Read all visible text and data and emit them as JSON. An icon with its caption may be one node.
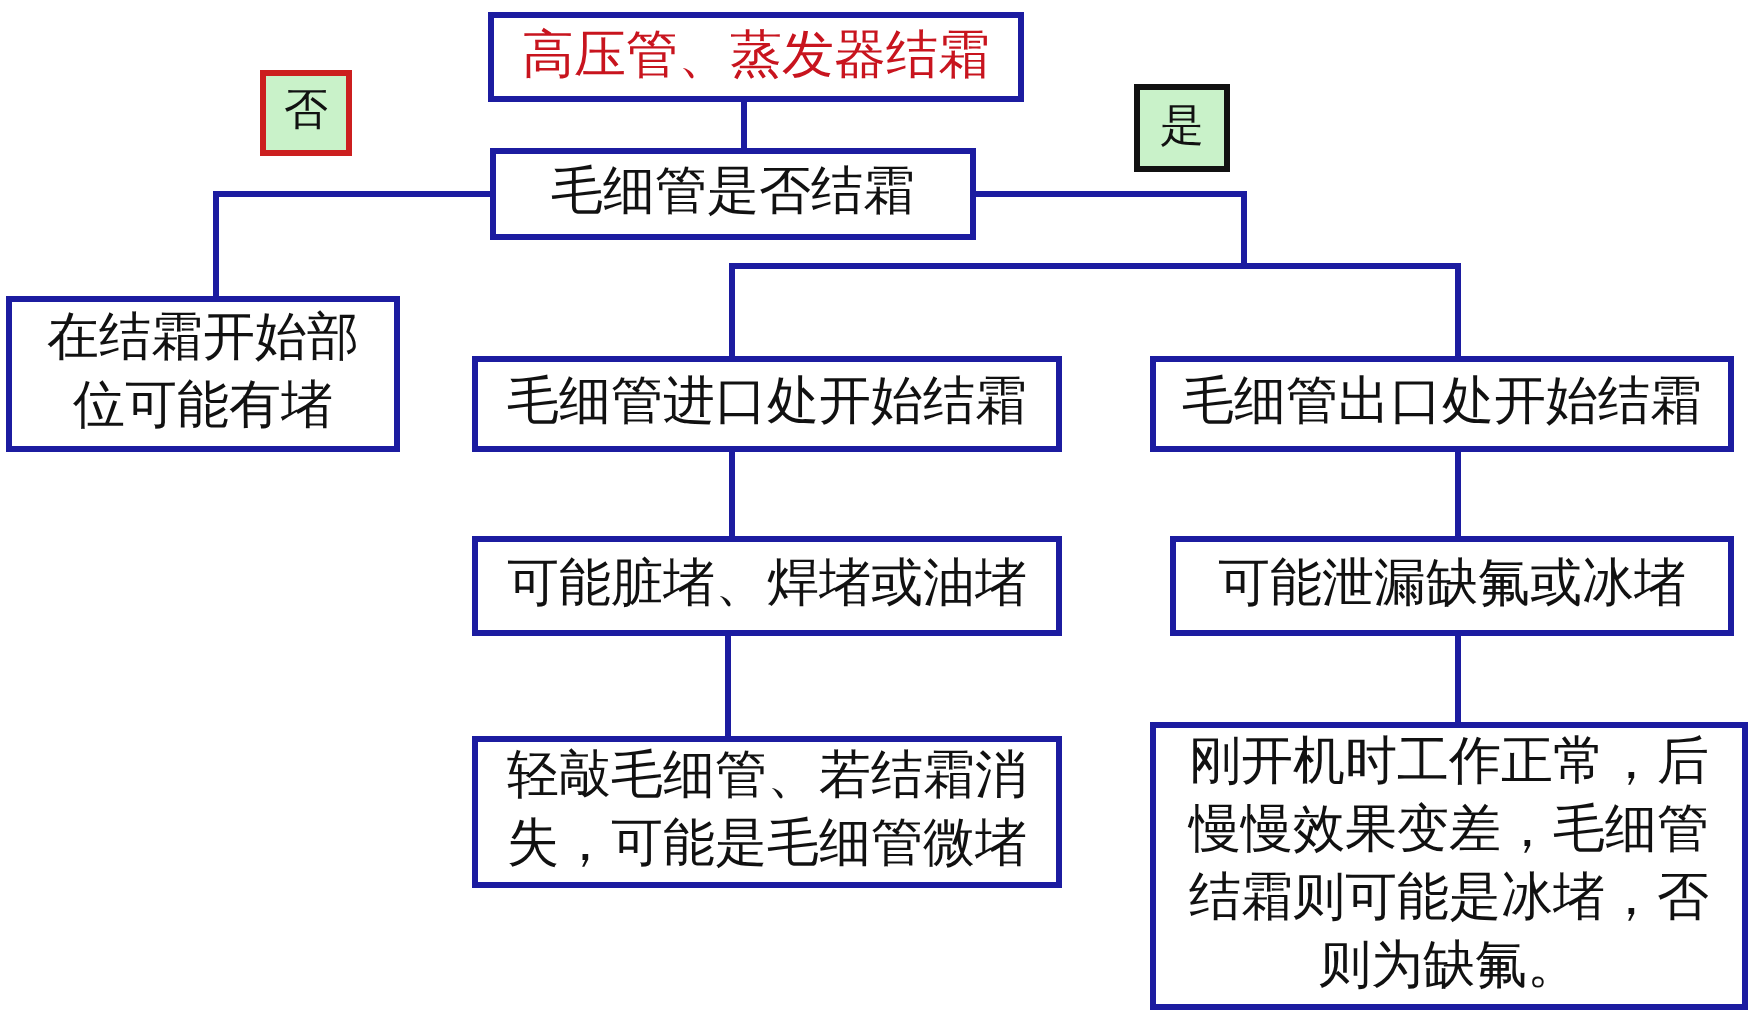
{
  "diagram": {
    "nodes": [
      {
        "text": [
          "高压管、蒸发器结霜"
        ]
      },
      {
        "text": [
          "否"
        ]
      },
      {
        "text": [
          "是"
        ]
      },
      {
        "text": [
          "毛细管是否结霜"
        ]
      },
      {
        "text": [
          "在结霜开始部位可能有堵"
        ]
      },
      {
        "text": [
          "毛细管进口处开始结霜"
        ]
      },
      {
        "text": [
          "毛细管出口处开始结霜"
        ]
      },
      {
        "text": [
          "可能脏堵、焊堵或油堵"
        ]
      },
      {
        "text": [
          "可能泄漏缺氟或冰堵"
        ]
      },
      {
        "text": [
          "轻敲毛细管、若结霜消失，可能是毛细管微堵"
        ]
      },
      {
        "text": [
          "刚开机时工作正常，后慢慢效果变差，毛细管结霜则可能是冰堵，否则为缺氟。"
        ]
      }
    ],
    "edges": [
      {
        "from": 0,
        "to": 3,
        "arrow": "none"
      },
      {
        "from": 3,
        "to": 4,
        "arrow": "none"
      },
      {
        "from": 3,
        "to": 5,
        "arrow": "none"
      },
      {
        "from": 3,
        "to": 6,
        "arrow": "none"
      },
      {
        "from": 5,
        "to": 7,
        "arrow": "none"
      },
      {
        "from": 6,
        "to": 8,
        "arrow": "none"
      },
      {
        "from": 7,
        "to": 9,
        "arrow": "none"
      },
      {
        "from": 8,
        "to": 10,
        "arrow": "none"
      }
    ]
  }
}
